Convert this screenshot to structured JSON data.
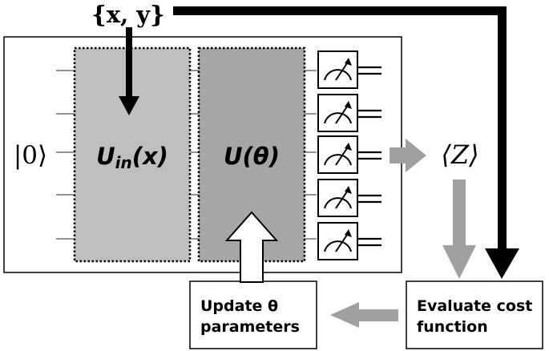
{
  "input_label": "{x, y}",
  "ket_label": "|0⟩",
  "encoder_gate": {
    "label": "U",
    "subscript": "in",
    "arg": "(x)"
  },
  "variational_gate": {
    "label": "U(θ)"
  },
  "output_label": "⟨Z⟩",
  "cost_box": {
    "line1": "Evaluate cost",
    "line2": "function"
  },
  "update_box": {
    "line1": "Update θ",
    "line2": "parameters"
  },
  "qubit_count": 5,
  "icons": [
    "measurement-meter-icon",
    "classical-wire-icon",
    "arrow-icon"
  ],
  "colors": {
    "encoder_fill": "#bfbfbf",
    "variational_fill": "#a6a6a6",
    "arrow_black": "#000000",
    "arrow_gray": "#a0a0a0",
    "wire": "#555555"
  }
}
